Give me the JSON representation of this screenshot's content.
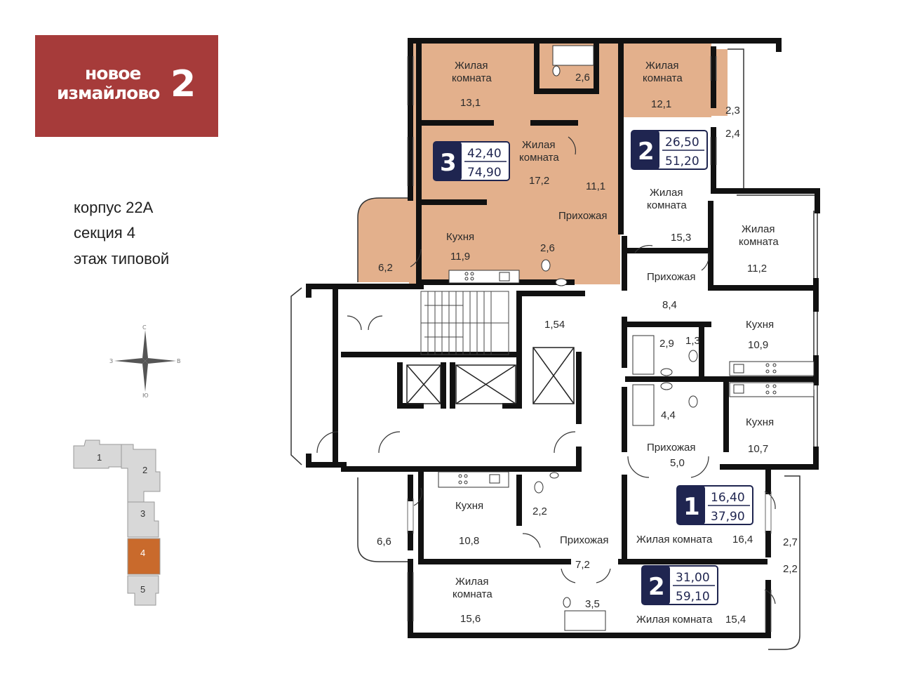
{
  "logo": {
    "line1": "новое",
    "line2": "измайлово",
    "number": "2"
  },
  "info": {
    "building": "корпус 22А",
    "section": "секция 4",
    "floor": "этаж типовой"
  },
  "compass": {
    "n": "С",
    "s": "Ю",
    "w": "З",
    "e": "В"
  },
  "sections": [
    {
      "label": "1",
      "highlighted": false
    },
    {
      "label": "2",
      "highlighted": false
    },
    {
      "label": "3",
      "highlighted": false
    },
    {
      "label": "4",
      "highlighted": true
    },
    {
      "label": "5",
      "highlighted": false
    }
  ],
  "colors": {
    "brand": "#a63b3a",
    "highlight_apartment": "#e3b08c",
    "badge": "#1f2550",
    "section_highlight": "#c96a2c",
    "section_default": "#d8d8d8"
  },
  "room_labels": {
    "living": "Жилая",
    "room": "комната",
    "living_room": "Жилая комната",
    "kitchen": "Кухня",
    "hall": "Прихожая"
  },
  "apartments": [
    {
      "rooms": "3",
      "living_area": "42,40",
      "total_area": "74,90",
      "highlighted": true
    },
    {
      "rooms": "2",
      "living_area": "26,50",
      "total_area": "51,20",
      "highlighted": false
    },
    {
      "rooms": "1",
      "living_area": "16,40",
      "total_area": "37,90",
      "highlighted": false
    },
    {
      "rooms": "2",
      "living_area": "31,00",
      "total_area": "59,10",
      "highlighted": false
    }
  ],
  "areas": {
    "a3_lr1": "13,1",
    "a3_bath1": "2,6",
    "a3_lr2": "12,1",
    "a3_balc1": "2,3",
    "a3_lr3": "17,2",
    "a3_corr": "11,1",
    "a3_kitchen": "11,9",
    "a3_bath2": "2,6",
    "a3_balc2": "6,2",
    "a2a_balc": "2,4",
    "a2a_lr1": "15,3",
    "a2a_lr2": "11,2",
    "a2a_hall": "8,4",
    "a2a_kitchen": "10,9",
    "a2a_bath": "2,9",
    "a2a_wc": "1,3",
    "core_store": "1,54",
    "a1_bath": "4,4",
    "a1_kitchen": "10,7",
    "a1_hall": "5,0",
    "a1_lr": "16,4",
    "a1_balc": "2,7",
    "a2b_kitchen": "10,8",
    "a2b_wc": "2,2",
    "a2b_balc1": "6,6",
    "a2b_hall": "7,2",
    "a2b_balc2": "2,2",
    "a2b_lr1": "15,6",
    "a2b_bath": "3,5",
    "a2b_lr2": "15,4"
  }
}
